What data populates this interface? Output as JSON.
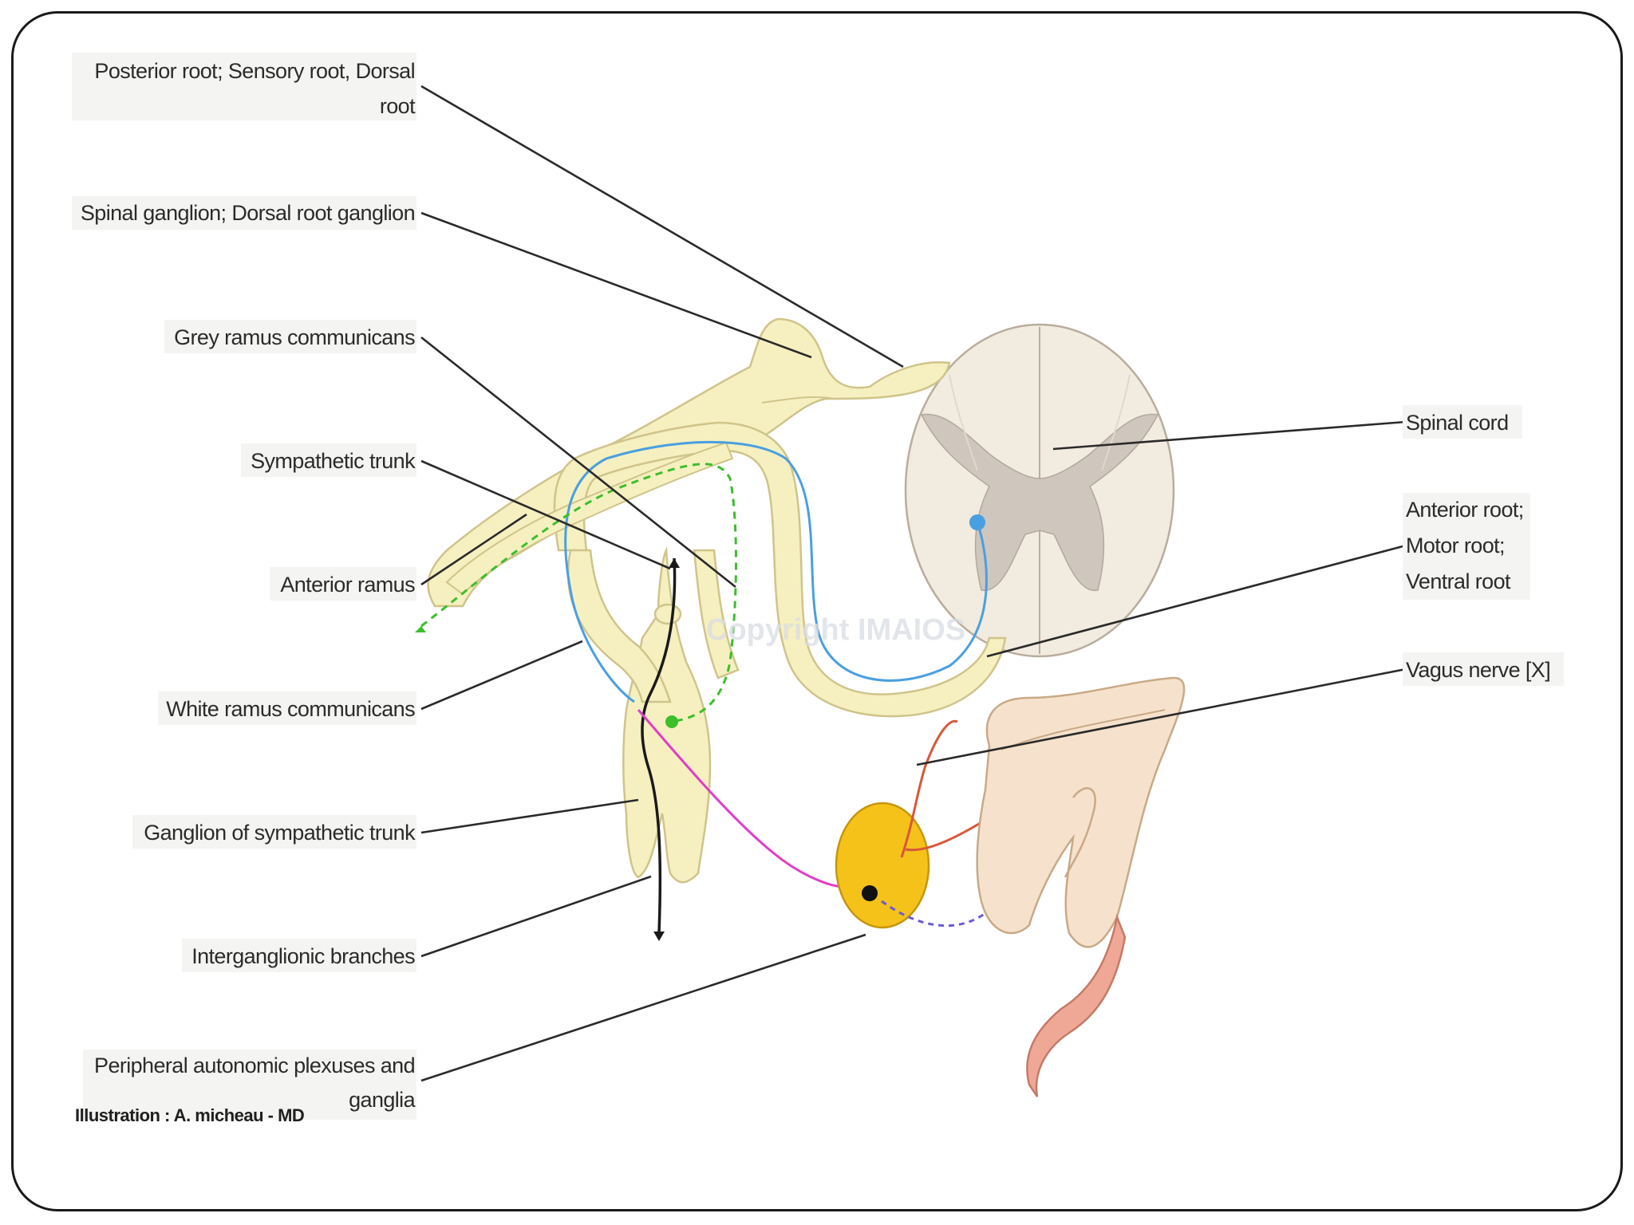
{
  "labels": {
    "posterior_root_l1": "Posterior root; Sensory root, Dorsal",
    "posterior_root_l2": "root",
    "spinal_ganglion": "Spinal ganglion; Dorsal root ganglion",
    "grey_ramus": "Grey ramus communicans",
    "sympathetic_trunk": "Sympathetic trunk",
    "anterior_ramus": "Anterior ramus",
    "white_ramus": "White ramus communicans",
    "ganglion_sympathetic_trunk": "Ganglion of sympathetic trunk",
    "interganglionic": "Interganglionic branches",
    "peripheral_l1": "Peripheral autonomic plexuses and",
    "peripheral_l2": "ganglia",
    "spinal_cord": "Spinal cord",
    "anterior_root_l1": "Anterior root;",
    "anterior_root_l2": "Motor root;",
    "anterior_root_l3": "Ventral root",
    "vagus": "Vagus nerve [X]"
  },
  "credit": "Illustration : A. micheau - MD",
  "watermark": "Copyright IMAIOS",
  "colors": {
    "nerve_fill": "#f6f0c0",
    "nerve_edge": "#cfc48a",
    "cord_fill": "#f2ebe0",
    "grey_matter": "#cfc6bd",
    "ganglion_fill": "#f5c21a",
    "colon_fill": "#f6e2cc",
    "rectum_fill": "#f0a896",
    "sensory_blue": "#4a9fe0",
    "preganglionic_green": "#3bbf2a",
    "pink_fiber": "#e23cc8",
    "vagus_red": "#d8583a",
    "postganglionic_purple": "#6a5ad8"
  }
}
